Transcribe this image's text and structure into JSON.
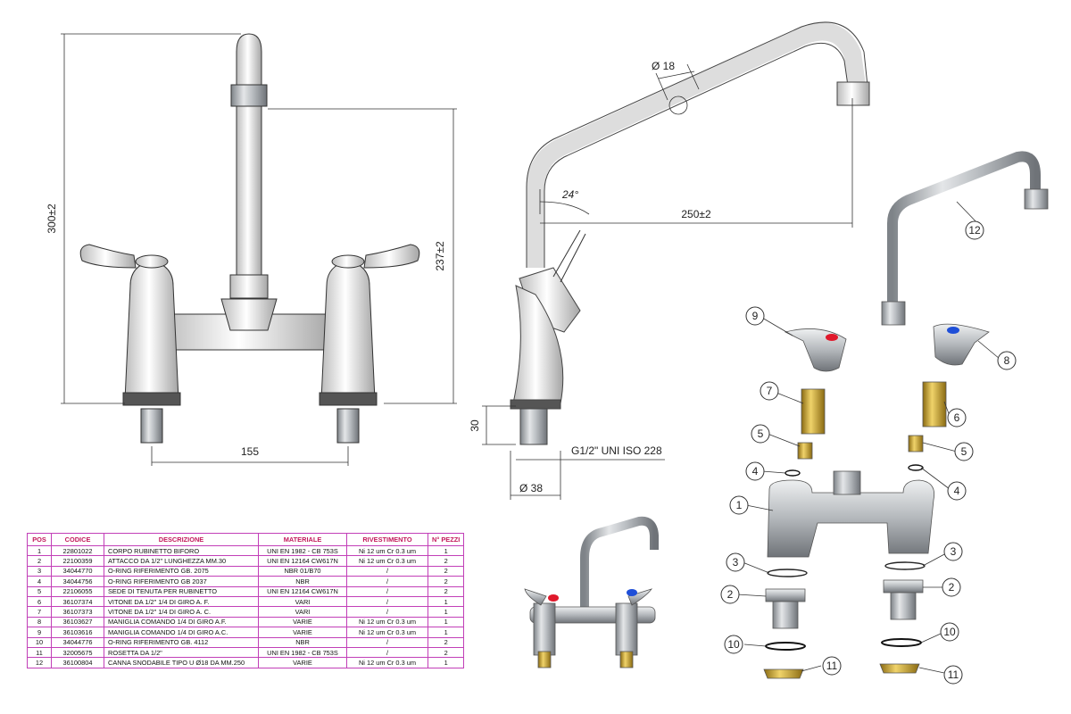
{
  "dimensions": {
    "height_total": "300±2",
    "height_spout": "237±2",
    "spacing": "155",
    "reach": "250±2",
    "tube_diameter": "Ø 18",
    "angle": "24°",
    "thread_height": "30",
    "thread_spec": "G1/2\" UNI ISO 228",
    "base_diameter": "Ø 38"
  },
  "callouts": [
    "1",
    "2",
    "3",
    "4",
    "5",
    "6",
    "7",
    "8",
    "9",
    "10",
    "11",
    "12"
  ],
  "table": {
    "headers": [
      "POS",
      "CODICE",
      "DESCRIZIONE",
      "MATERIALE",
      "RIVESTIMENTO",
      "N° PEZZI"
    ],
    "rows": [
      [
        "1",
        "22801022",
        "CORPO RUBINETTO BIFORO",
        "UNI EN 1982 - CB 753S",
        "Ni 12 um Cr 0.3 um",
        "1"
      ],
      [
        "2",
        "22100359",
        "ATTACCO DA 1/2\" LUNGHEZZA MM.30",
        "UNI EN 12164 CW617N",
        "Ni 12 um Cr 0.3 um",
        "2"
      ],
      [
        "3",
        "34044770",
        "O-RING RIFERIMENTO GB. 2075",
        "NBR 01/B70",
        "/",
        "2"
      ],
      [
        "4",
        "34044756",
        "O-RING RIFERIMENTO GB 2037",
        "NBR",
        "/",
        "2"
      ],
      [
        "5",
        "22106055",
        "SEDE DI TENUTA PER RUBINETTO",
        "UNI EN 12164 CW617N",
        "/",
        "2"
      ],
      [
        "6",
        "36107374",
        "VITONE DA 1/2\" 1/4 DI GIRO A. F.",
        "VARI",
        "/",
        "1"
      ],
      [
        "7",
        "36107373",
        "VITONE DA 1/2\" 1/4 DI GIRO A. C.",
        "VARI",
        "/",
        "1"
      ],
      [
        "8",
        "36103627",
        "MANIGLIA COMANDO 1/4 DI GIRO A.F.",
        "VARIE",
        "Ni 12 um Cr 0.3 um",
        "1"
      ],
      [
        "9",
        "36103616",
        "MANIGLIA COMANDO 1/4 DI GIRO A.C.",
        "VARIE",
        "Ni 12 um Cr 0.3 um",
        "1"
      ],
      [
        "10",
        "34044776",
        "O-RING RIFERIMENTO GB. 4112",
        "NBR",
        "/",
        "2"
      ],
      [
        "11",
        "32005675",
        "ROSETTA DA 1/2\"",
        "UNI EN 1982 - CB 753S",
        "/",
        "2"
      ],
      [
        "12",
        "36100804",
        "CANNA SNODABILE TIPO U Ø18 DA MM.250",
        "VARIE",
        "Ni 12 um Cr 0.3 um",
        "1"
      ]
    ]
  },
  "colors": {
    "table_border": "#c23fb8",
    "table_header_text": "#c2185b",
    "hot_indicator": "#e0192b",
    "cold_indicator": "#1f4fd8",
    "brass": "#c9a227",
    "chrome": "#a9adb2"
  }
}
